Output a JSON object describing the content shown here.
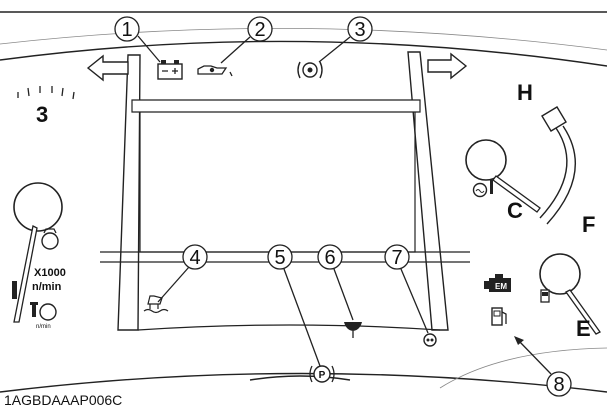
{
  "figure_code": "1AGBDAAAP006C",
  "callouts": [
    "1",
    "2",
    "3",
    "4",
    "5",
    "6",
    "7",
    "8"
  ],
  "gauge_letters": {
    "hot": "H",
    "cold": "C",
    "full": "F",
    "empty": "E"
  },
  "tachometer": {
    "scale_label": "X1000",
    "unit_label": "n/min",
    "reading": "3",
    "sub_unit": "n/min"
  },
  "indicators": {
    "engine_management": "EM",
    "parking_brake": "P"
  }
}
